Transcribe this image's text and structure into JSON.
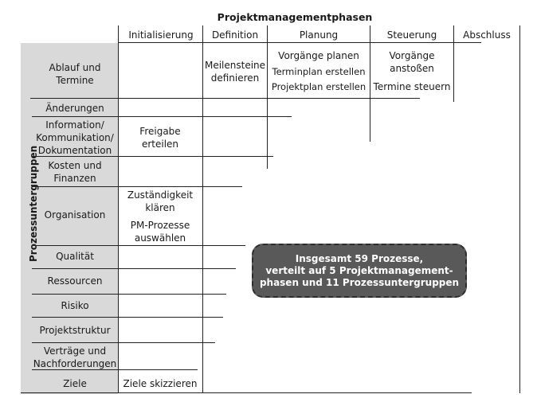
{
  "title": "Projektmanagementphasen",
  "side_label": "Prozessuntergruppen",
  "phases": [
    "Initialisierung",
    "Definition",
    "Planung",
    "Steuerung",
    "Abschluss"
  ],
  "groups": [
    "Ablauf und\nTermine",
    "Änderungen",
    "Information/\nKommunikation/\nDokumentation",
    "Kosten und\nFinanzen",
    "Organisation",
    "Qualität",
    "Ressourcen",
    "Risiko",
    "Projektstruktur",
    "Verträge und\nNachforderungen",
    "Ziele"
  ],
  "cells": {
    "definition_ablauf": "Meilensteine\ndefinieren",
    "planung_1": "Vorgänge planen",
    "planung_2": "Terminplan erstellen",
    "planung_3": "Projektplan erstellen",
    "steuerung_1": "Vorgänge\nanstoßen",
    "steuerung_2": "Termine steuern",
    "init_info": "Freigabe\nerteilen",
    "init_org_1": "Zuständigkeit\nklären",
    "init_org_2": "PM-Prozesse\nauswählen",
    "init_ziele": "Ziele skizzieren"
  },
  "summary": "Insgesamt 59 Prozesse,\nverteilt auf 5 Projektmanagement-\nphasen und 11 Prozessuntergruppen",
  "colors": {
    "sidebar": "#d9d9d9",
    "summary_bg": "#595959",
    "lines": "#222222"
  }
}
